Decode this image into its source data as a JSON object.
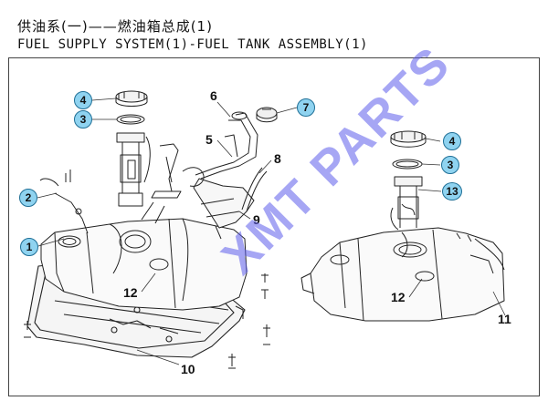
{
  "title_cn": "供油系(一)——燃油箱总成(1)",
  "title_en": "FUEL SUPPLY SYSTEM(1)-FUEL TANK ASSEMBLY(1)",
  "watermark": "XMT PARTS",
  "colors": {
    "callout_fill": "#8fd3f0",
    "callout_border": "#1f6f96",
    "watermark": "#5c5ceb"
  },
  "callouts": [
    {
      "id": "c1",
      "label": "1"
    },
    {
      "id": "c2",
      "label": "2"
    },
    {
      "id": "c3a",
      "label": "3"
    },
    {
      "id": "c3b",
      "label": "3"
    },
    {
      "id": "c4a",
      "label": "4"
    },
    {
      "id": "c4b",
      "label": "4"
    },
    {
      "id": "c5",
      "label": "5"
    },
    {
      "id": "c6",
      "label": "6"
    },
    {
      "id": "c7",
      "label": "7"
    },
    {
      "id": "c8",
      "label": "8"
    },
    {
      "id": "c9",
      "label": "9"
    },
    {
      "id": "c10",
      "label": "10"
    },
    {
      "id": "c11",
      "label": "11"
    },
    {
      "id": "c12a",
      "label": "12"
    },
    {
      "id": "c12b",
      "label": "12"
    },
    {
      "id": "c13",
      "label": "13"
    }
  ]
}
